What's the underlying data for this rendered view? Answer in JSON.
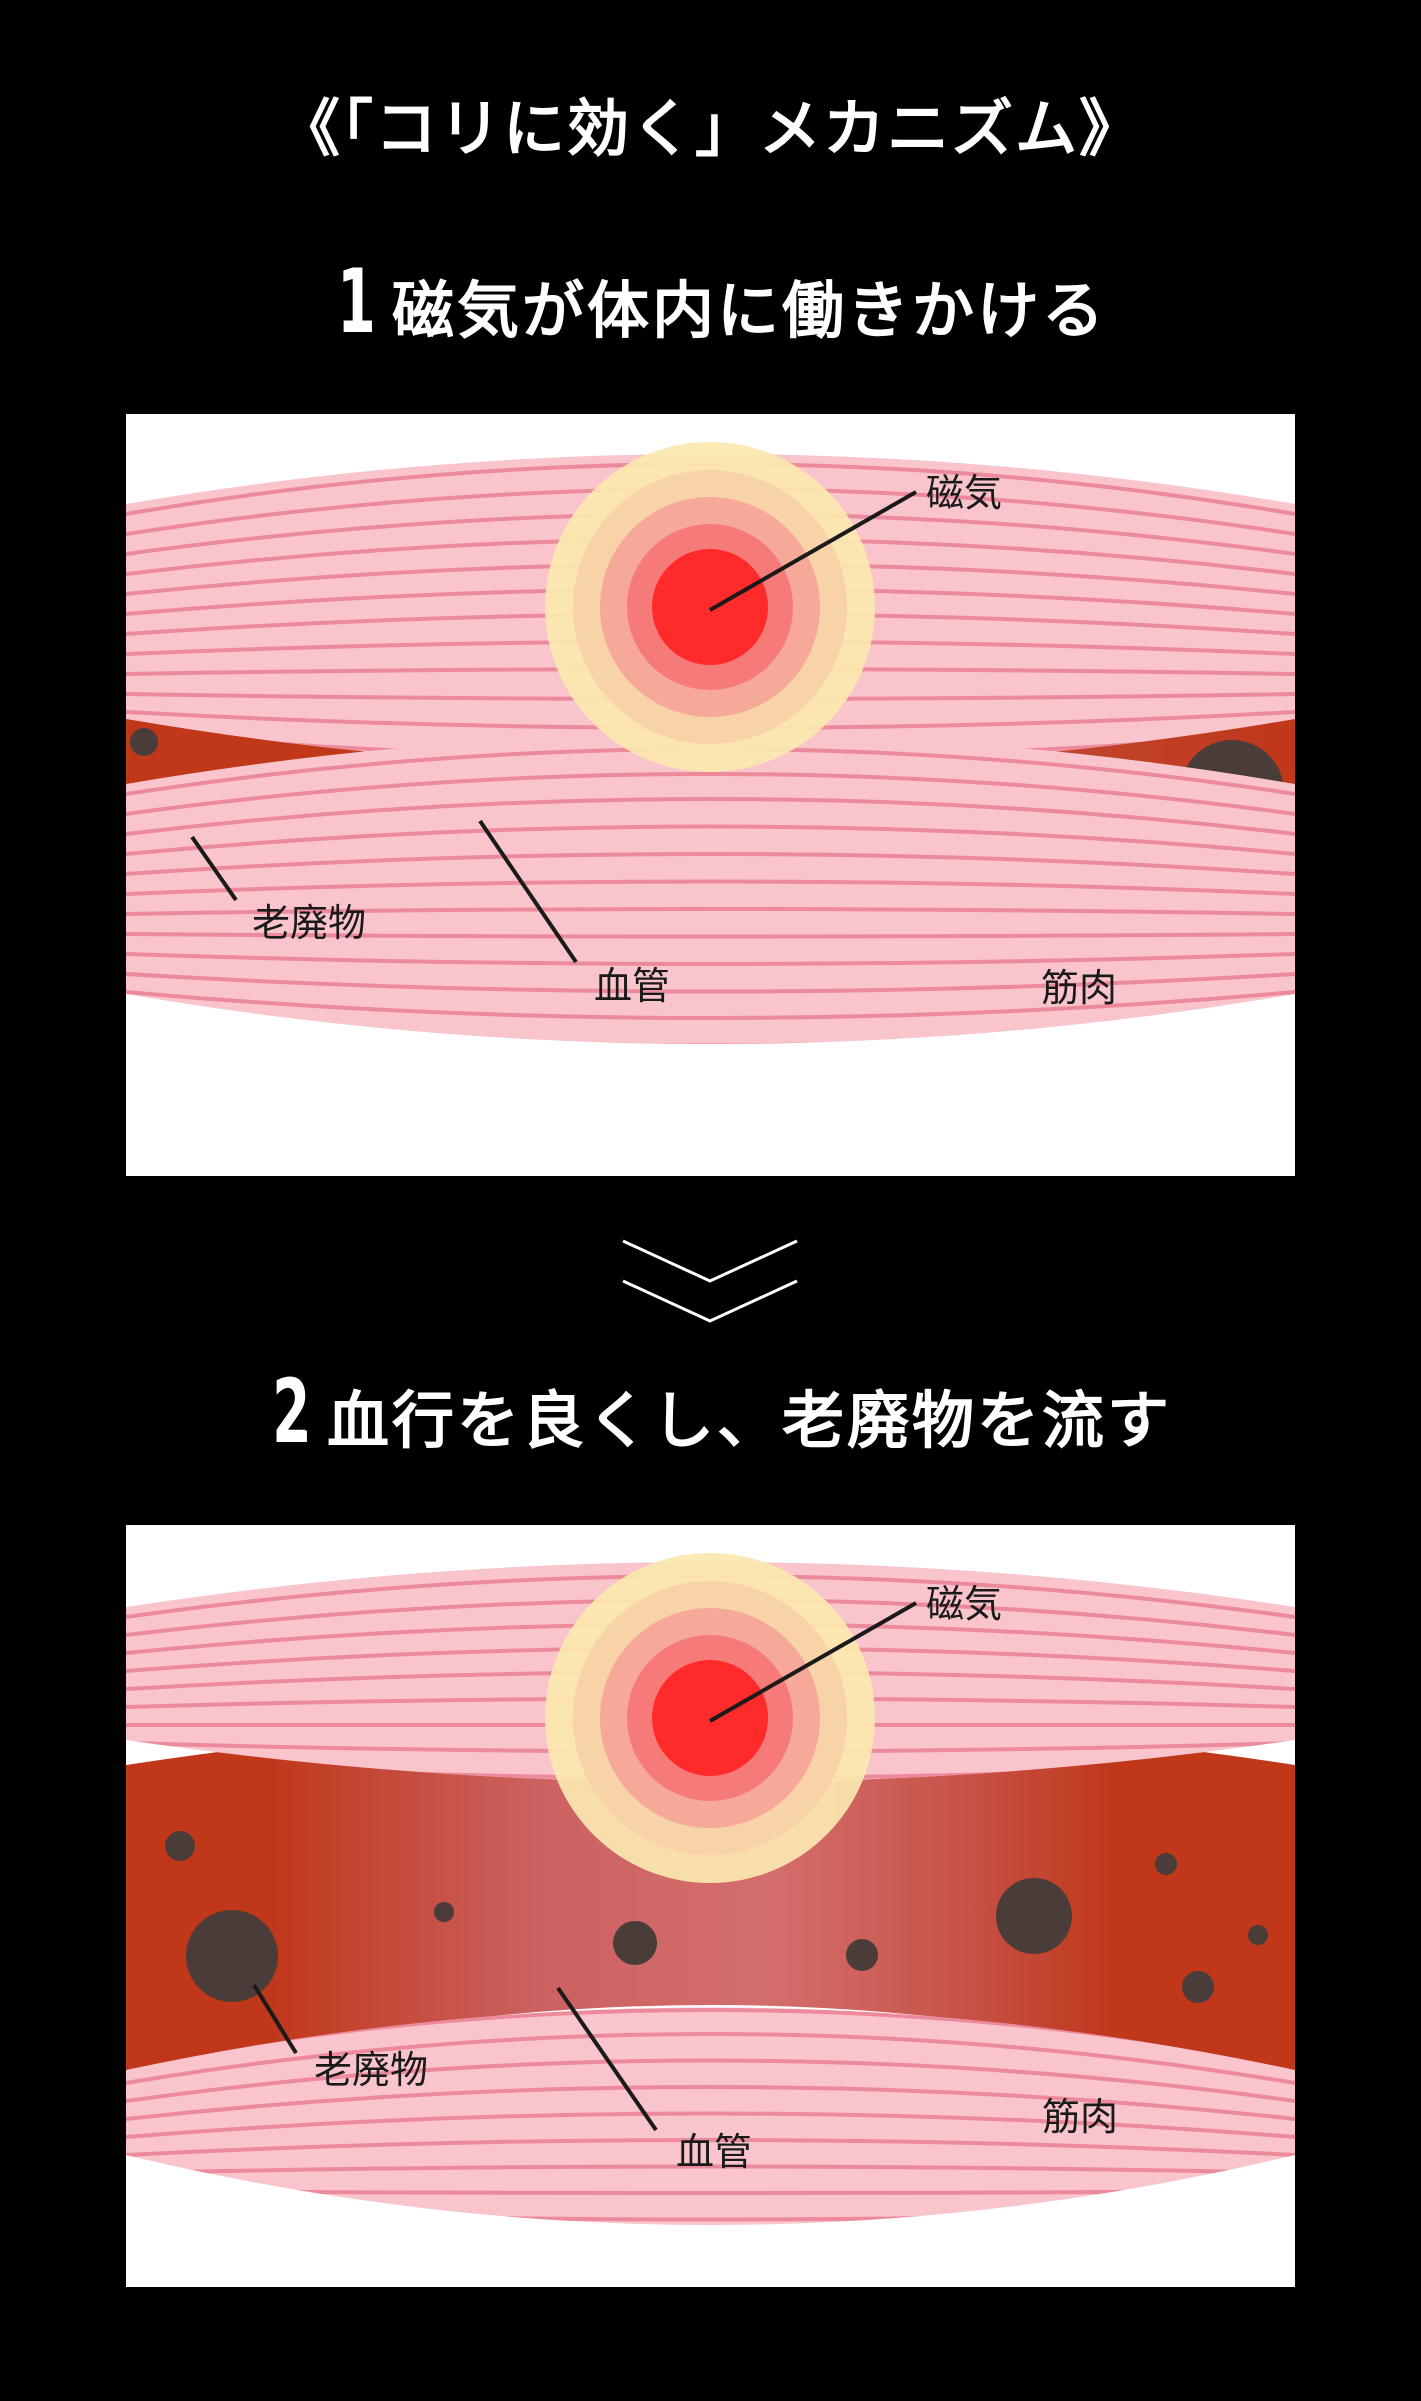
{
  "title": "《「コリに効く」メカニズム》",
  "steps": [
    {
      "number": "1",
      "dot": ".",
      "text": "磁気が体内に働きかける"
    },
    {
      "number": "2",
      "dot": ".",
      "text": "血行を良くし、老廃物を流す"
    }
  ],
  "panels": [
    {
      "labels": {
        "magnet": "磁気",
        "waste": "老廃物",
        "vessel": "血管",
        "muscle": "筋肉"
      }
    },
    {
      "labels": {
        "magnet": "磁気",
        "waste": "老廃物",
        "vessel": "血管",
        "muscle": "筋肉"
      }
    }
  ],
  "colors": {
    "background": "#000000",
    "muscle": "#f9c4cc",
    "muscle_stripe": "#ec8a9c",
    "vessel": "#c0371a",
    "vessel_center": "#cf6a68",
    "waste": "#4a3c38",
    "magnet_core": "#ff2a2a"
  },
  "icons": {
    "arrow": "double-chevron-down-icon"
  }
}
